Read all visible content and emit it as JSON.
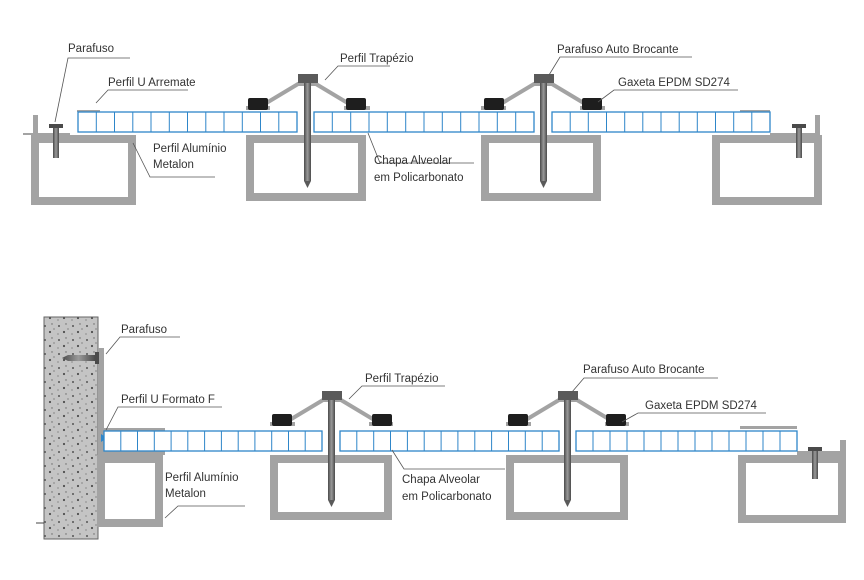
{
  "top_diagram": {
    "labels": {
      "parafuso": "Parafuso",
      "perfil_u": "Perfil U Arremate",
      "perfil_aluminio_1": "Perfil Alumínio",
      "perfil_aluminio_2": "Metalon",
      "perfil_trapezio": "Perfil Trapézio",
      "chapa_1": "Chapa Alveolar",
      "chapa_2": "em Policarbonato",
      "parafuso_auto": "Parafuso Auto Brocante",
      "gaxeta": "Gaxeta EPDM SD274"
    }
  },
  "bottom_diagram": {
    "labels": {
      "parafuso": "Parafuso",
      "perfil_u": "Perfil U Formato F",
      "perfil_aluminio_1": "Perfil Alumínio",
      "perfil_aluminio_2": "Metalon",
      "perfil_trapezio": "Perfil Trapézio",
      "chapa_1": "Chapa Alveolar",
      "chapa_2": "em Policarbonato",
      "parafuso_auto": "Parafuso Auto Brocante",
      "gaxeta": "Gaxeta EPDM SD274"
    }
  },
  "colors": {
    "sheet_blue": "#2e86c9",
    "metal_gray": "#a3a3a3",
    "gasket_black": "#1e1e1e",
    "screw_gray": "#6f6f6f",
    "wall_gray": "#c2c2c2"
  }
}
